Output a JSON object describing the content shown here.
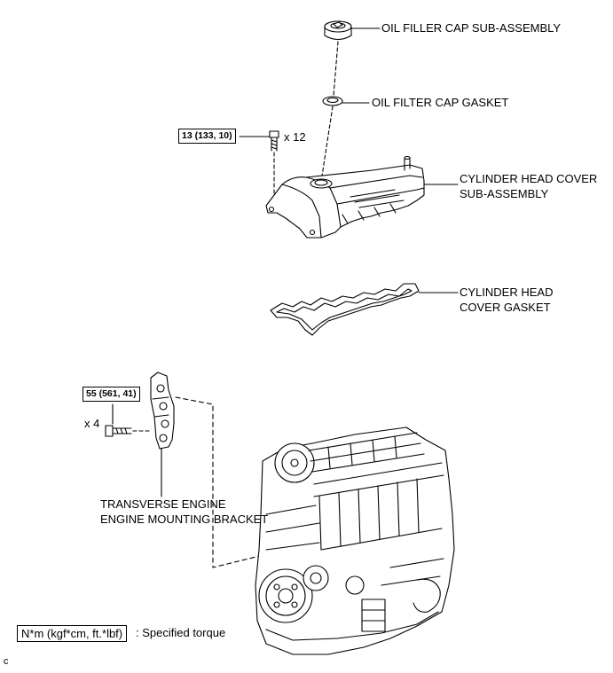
{
  "labels": {
    "oil_filler_cap": "OIL FILLER CAP SUB-ASSEMBLY",
    "oil_filter_cap_gasket": "OIL FILTER CAP GASKET",
    "cylinder_head_cover_line1": "CYLINDER HEAD COVER",
    "cylinder_head_cover_line2": "SUB-ASSEMBLY",
    "cylinder_head_cover_gasket_line1": "CYLINDER HEAD",
    "cylinder_head_cover_gasket_line2": "COVER GASKET",
    "mounting_bracket_line1": "TRANSVERSE ENGINE",
    "mounting_bracket_line2": "ENGINE MOUNTING BRACKET"
  },
  "torques": {
    "cover_bolt": "13 (133, 10)",
    "cover_bolt_qty": "x 12",
    "bracket_bolt": "55 (561, 41)",
    "bracket_bolt_qty": "x 4"
  },
  "legend": {
    "unit_box": "N*m (kgf*cm, ft.*lbf)",
    "unit_text": ": Specified torque"
  },
  "figure_code": "c"
}
